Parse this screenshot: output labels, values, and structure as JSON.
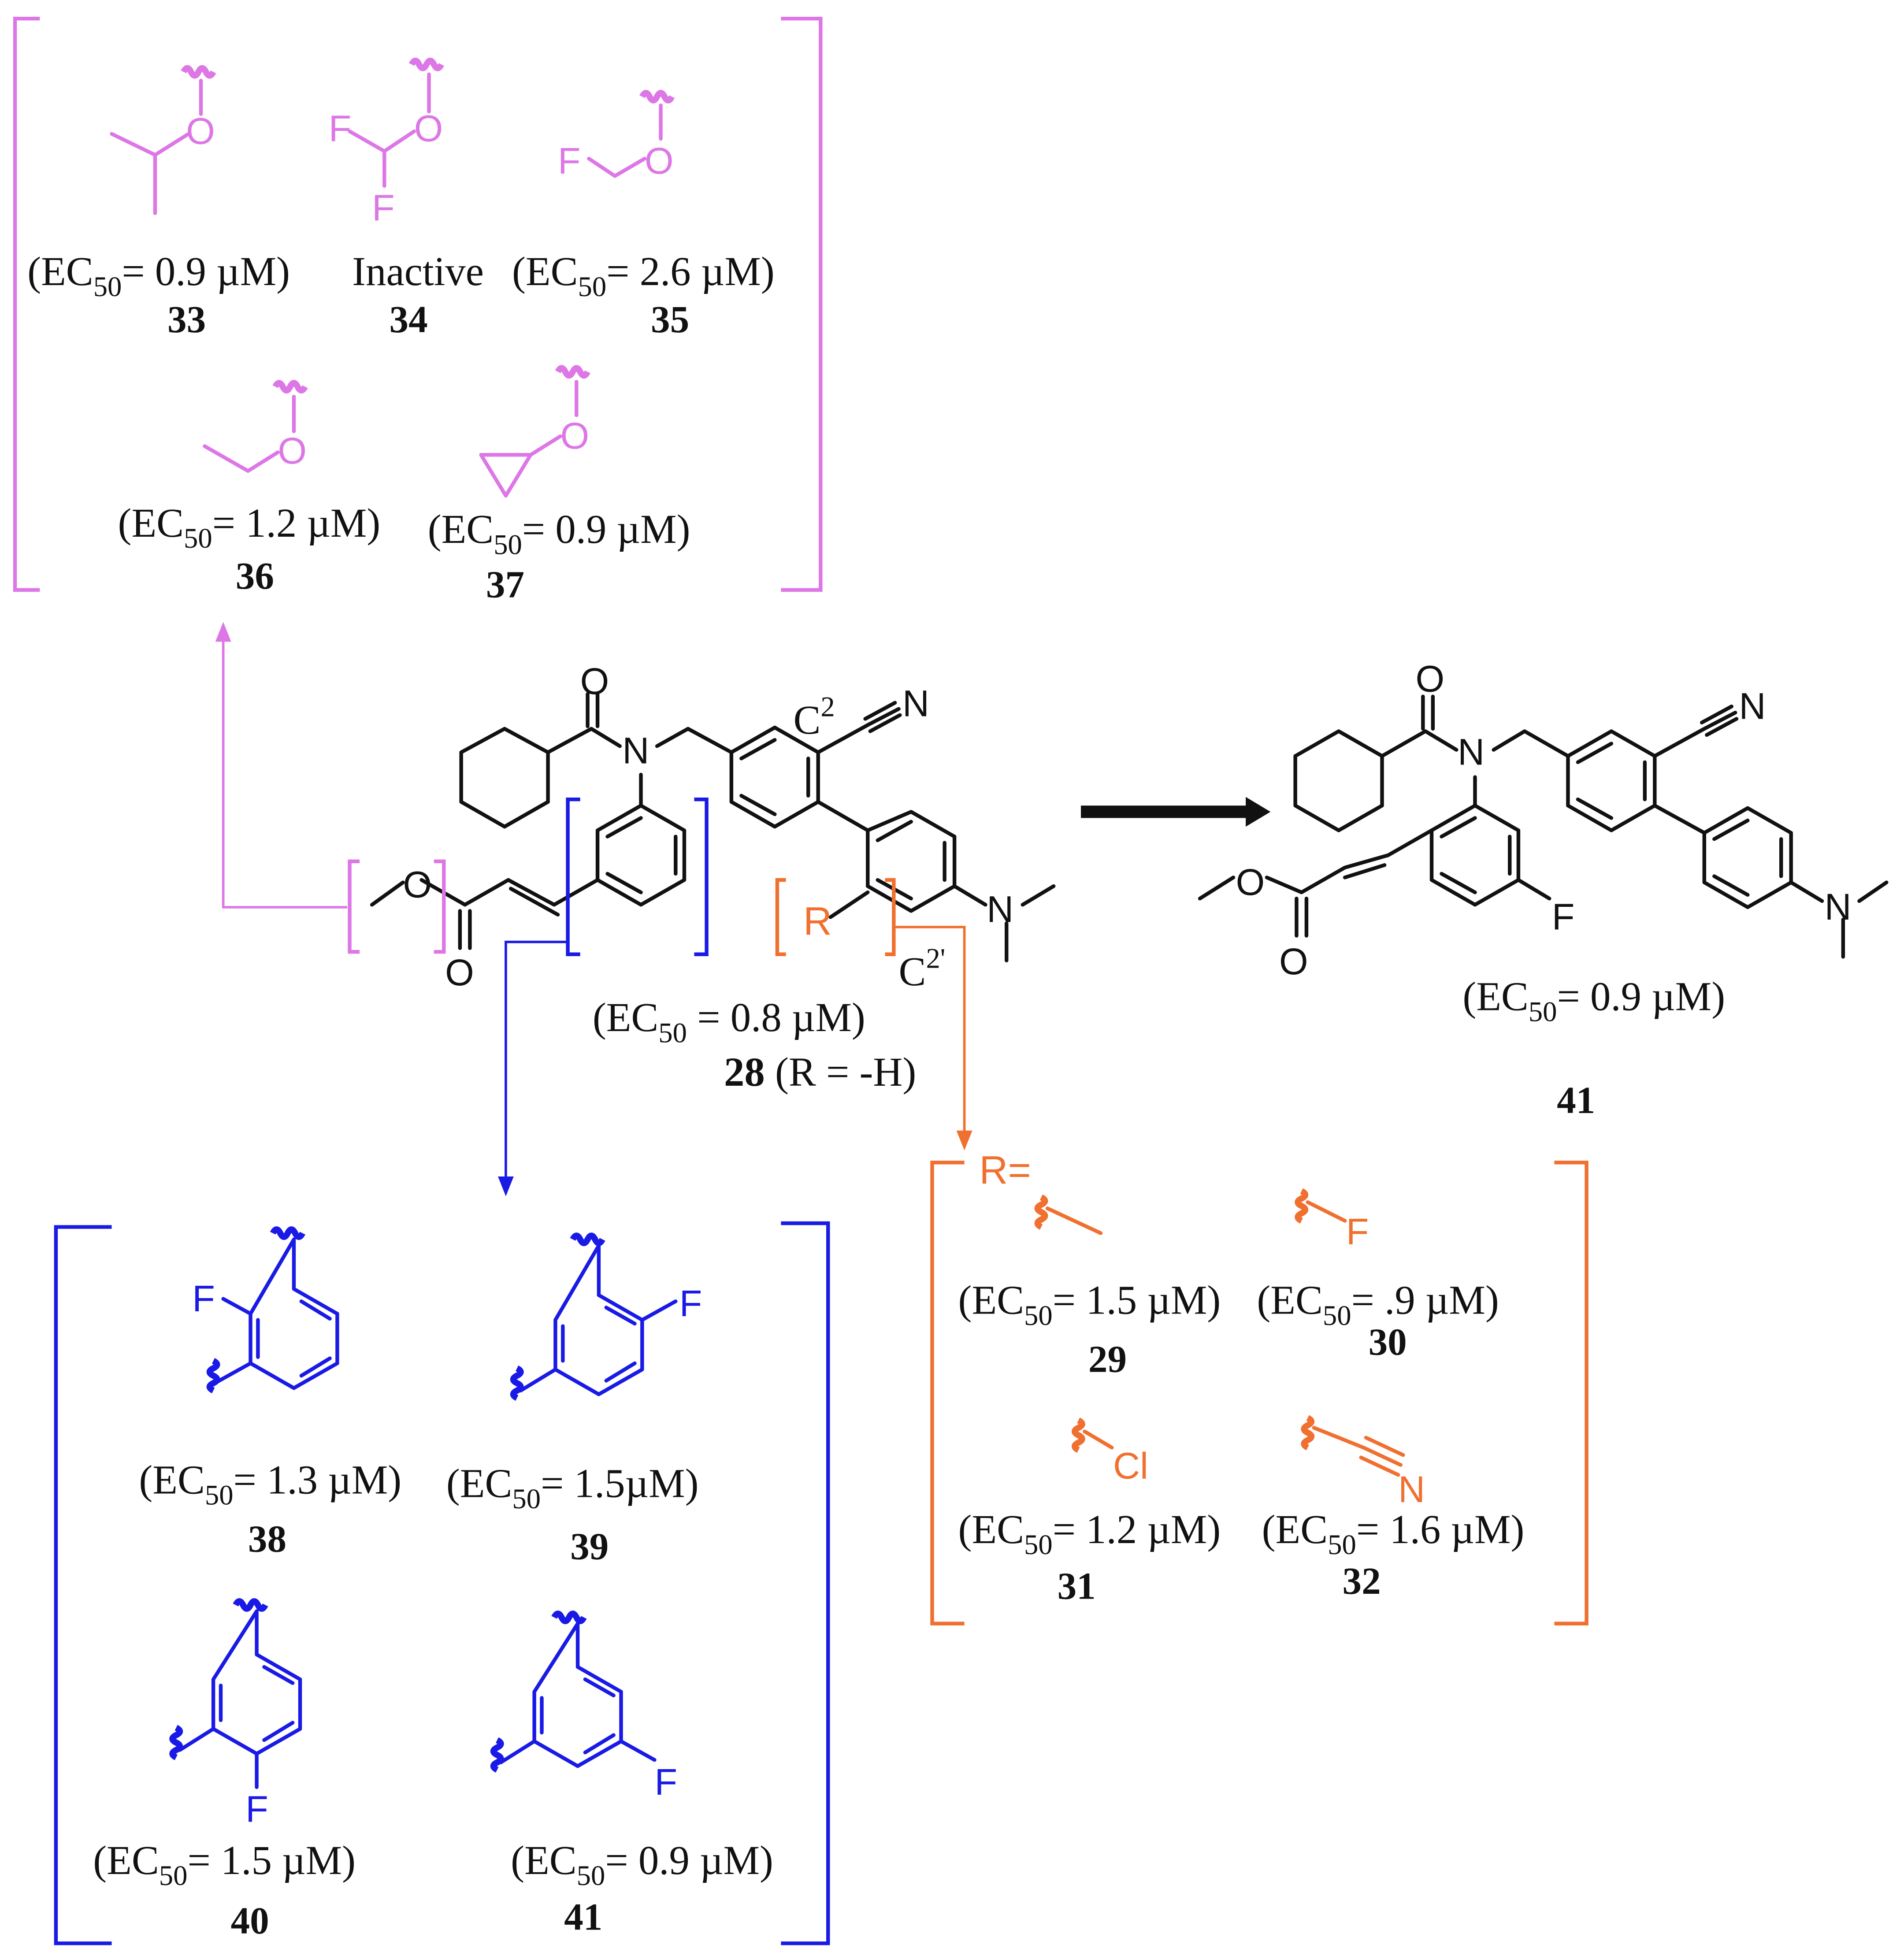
{
  "colors": {
    "ether_group": "#dd77e6",
    "aryl_group": "#1a1ae6",
    "r_group": "#f07030",
    "scaffold": "#111111"
  },
  "icons": [
    "squiggle-attachment-icon",
    "arrow-icon"
  ],
  "atoms": {
    "O": "O",
    "N": "N",
    "F": "F",
    "Cl": "Cl",
    "R": "R",
    "r_eq": "R=",
    "c2": "C",
    "c2_sup": "2",
    "c2p": "C",
    "c2p_sup": "2'"
  },
  "ec": {
    "open": "(EC",
    "sub": "50"
  },
  "ether": [
    {
      "id": "33",
      "value": "= 0.9  µM)"
    },
    {
      "id": "34",
      "text": "Inactive"
    },
    {
      "id": "35",
      "value": "= 2.6 µM)"
    },
    {
      "id": "36",
      "value": "= 1.2 µM)"
    },
    {
      "id": "37",
      "value": "= 0.9 µM)"
    }
  ],
  "lead": {
    "value": " = 0.8 µM)",
    "id": "28",
    "suffix": " (R = -H)"
  },
  "product": {
    "value": "= 0.9 µM)",
    "id": "41"
  },
  "r_series": [
    {
      "id": "29",
      "value": "= 1.5 µM)"
    },
    {
      "id": "30",
      "value": "= .9 µM)"
    },
    {
      "id": "31",
      "value": "= 1.2 µM)"
    },
    {
      "id": "32",
      "value": "= 1.6 µM)"
    }
  ],
  "aryl": [
    {
      "id": "38",
      "value": "= 1.3 µM)"
    },
    {
      "id": "39",
      "value": "= 1.5µM)"
    },
    {
      "id": "40",
      "value": "= 1.5 µM)"
    },
    {
      "id": "41",
      "value": "= 0.9 µM)"
    }
  ]
}
